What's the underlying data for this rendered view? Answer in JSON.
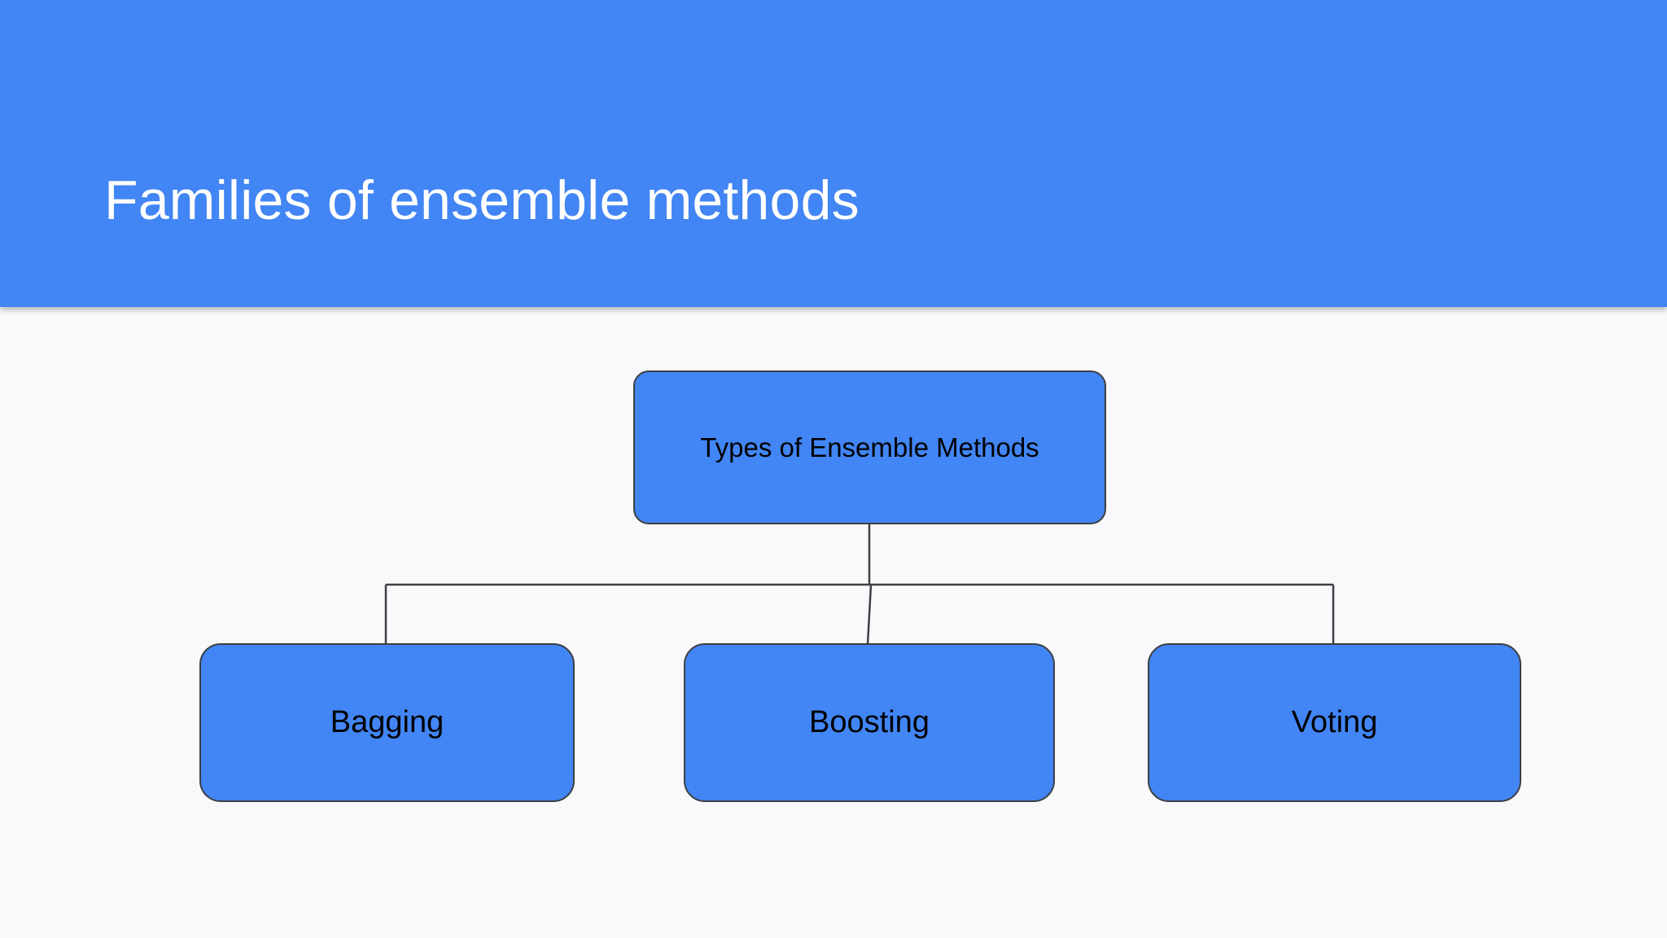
{
  "slide": {
    "title": "Families of ensemble methods",
    "background_color": "#f9f8fb",
    "header_color": "#4285f4",
    "title_color": "#ffffff"
  },
  "diagram": {
    "type": "tree",
    "node_fill_color": "#4285f4",
    "node_border_color": "#3c4043",
    "node_text_color": "#000000",
    "connector_color": "#3c4043",
    "root": {
      "label": "Types of Ensemble Methods"
    },
    "children": [
      {
        "label": "Bagging"
      },
      {
        "label": "Boosting"
      },
      {
        "label": "Voting"
      }
    ]
  }
}
